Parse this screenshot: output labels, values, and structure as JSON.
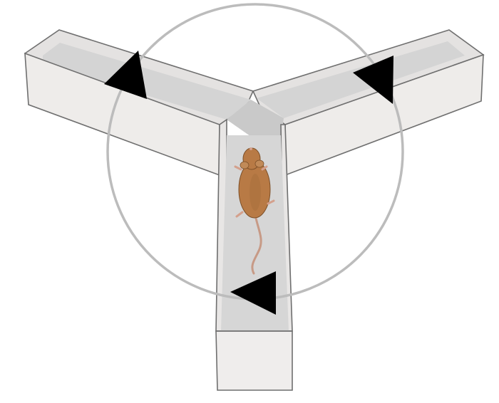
{
  "figure": {
    "subject": "y-maze",
    "animal": "mouse",
    "direction_arrows": 3,
    "colors": {
      "background": "#ffffff",
      "maze_outer": "#ebe9e8",
      "maze_floor": "#d6d6d6",
      "maze_edge": "#6f6f6f",
      "circle": "#bcbcbc",
      "arrow": "#000000",
      "mouse_body": "#b87a45",
      "mouse_dark": "#8a5a30",
      "mouse_tail": "#c79a86"
    }
  }
}
